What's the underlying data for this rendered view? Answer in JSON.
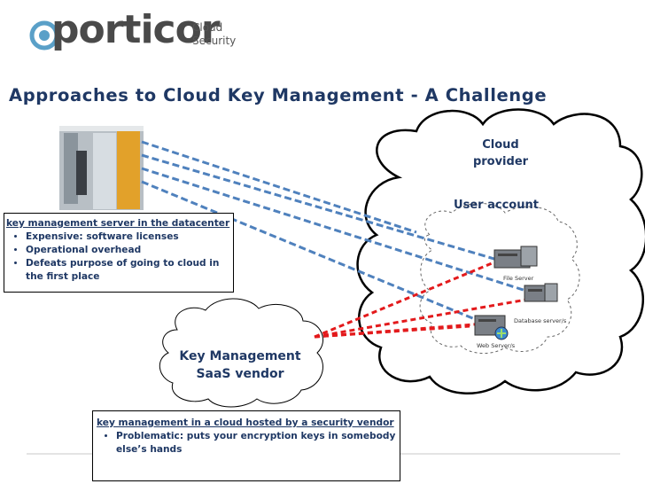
{
  "logo": {
    "word": "porticor",
    "cloud": "Cloud",
    "security": "Security"
  },
  "title": "Approaches to Cloud Key Management - A Challenge",
  "datacenter_box": {
    "heading": "key management server in the datacenter",
    "bullets": [
      "Expensive: software licenses",
      "Operational overhead",
      "Defeats purpose of going to cloud in the first place"
    ]
  },
  "cloud_provider": {
    "line1": "Cloud",
    "line2": "provider",
    "user_account": "User account"
  },
  "servers": {
    "file": "File Server",
    "database": "Database server/s",
    "web": "Web Server/s"
  },
  "saas": {
    "line1": "Key Management",
    "line2": "SaaS vendor"
  },
  "saas_box": {
    "heading": "key management in a cloud hosted by a security vendor",
    "bullets": [
      "Problematic: puts your encryption keys in somebody else’s hands"
    ]
  },
  "colors": {
    "title": "#1f3864",
    "datacenter_links": "#4f81bd",
    "saas_links": "#e31a1c"
  }
}
